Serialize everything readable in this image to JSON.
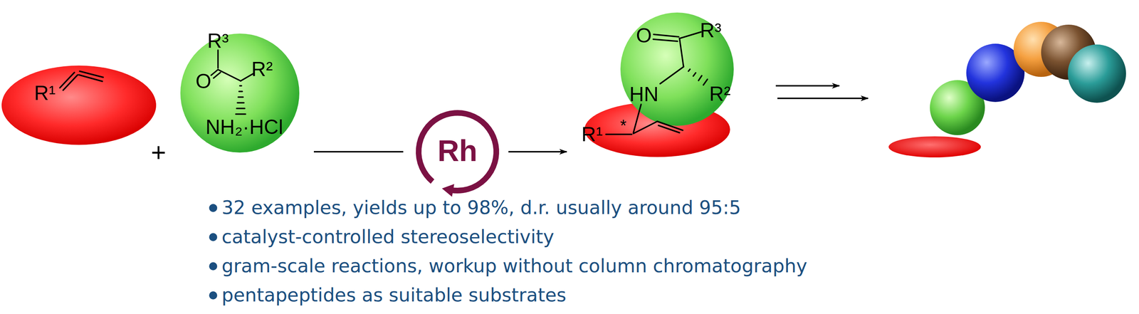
{
  "diagram": {
    "nodes": [
      {
        "text": [
          "R¹"
        ]
      },
      {
        "text": [
          "R³",
          "O",
          "R²",
          "NH₂·HCl"
        ]
      },
      {
        "text": [
          "Rh"
        ]
      },
      {
        "text": [
          "O",
          "R³",
          "HN",
          "R²"
        ]
      },
      {
        "text": [
          "R¹",
          "*"
        ]
      }
    ],
    "edges": [
      {
        "from": 1,
        "to": 2,
        "arrow": "none"
      },
      {
        "from": 2,
        "to": 4,
        "arrow": "to"
      }
    ],
    "labels": [
      "+",
      "32 examples, yields up to 98%, d.r. usually around 95:5",
      "catalyst-controlled stereoselectivity",
      "gram-scale reactions, workup without column chromatography",
      "pentapeptides as suitable substrates"
    ]
  }
}
